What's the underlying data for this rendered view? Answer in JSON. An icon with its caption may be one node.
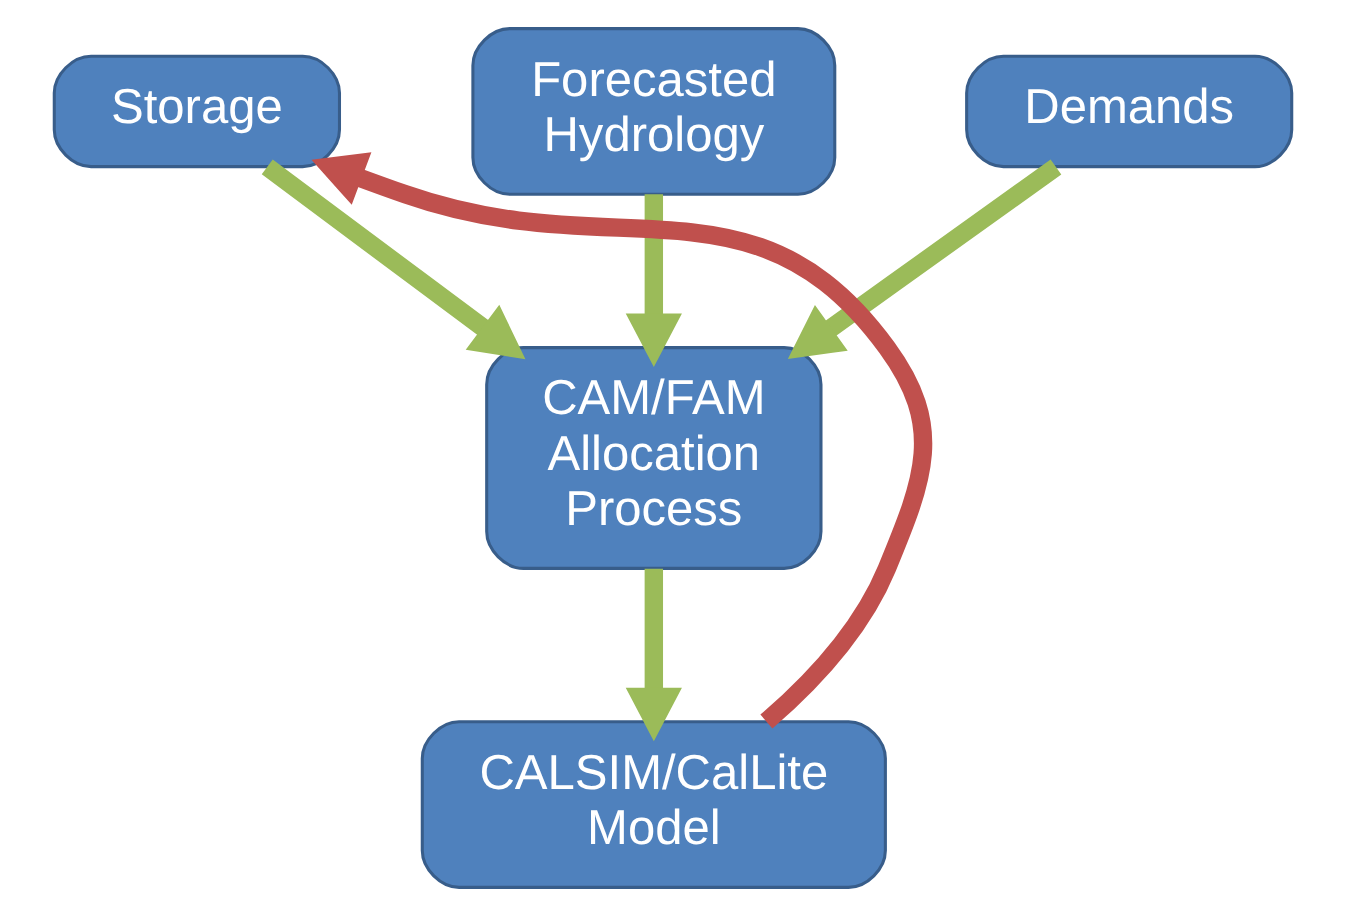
{
  "diagram": {
    "nodes": [
      {
        "text": [
          "Storage"
        ]
      },
      {
        "text": [
          "Forecasted Hydrology"
        ]
      },
      {
        "text": [
          "Demands"
        ]
      },
      {
        "text": [
          "CAM/FAM Allocation Process"
        ]
      },
      {
        "text": [
          "CALSIM/CalLite Model"
        ]
      }
    ],
    "edges": [
      {
        "from": 0,
        "to": 3,
        "arrow": "to"
      },
      {
        "from": 1,
        "to": 3,
        "arrow": "to"
      },
      {
        "from": 2,
        "to": 3,
        "arrow": "to"
      },
      {
        "from": 3,
        "to": 4,
        "arrow": "to"
      },
      {
        "from": 4,
        "to": 0,
        "arrow": "to",
        "color": "#c0504d"
      }
    ]
  }
}
